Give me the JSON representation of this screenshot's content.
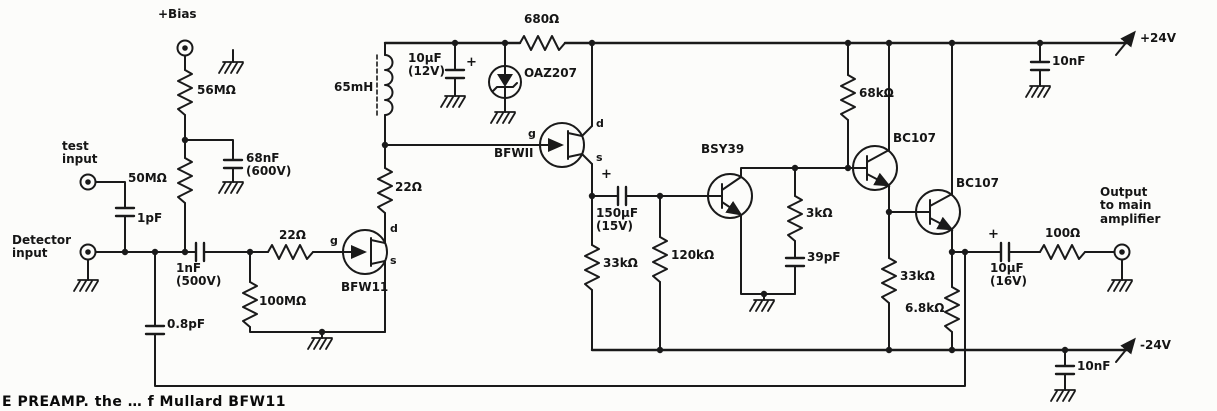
{
  "diagram": {
    "caption": "E PREAMP. the … f Mullard BFW11",
    "rails": {
      "positive": "+24V",
      "negative": "-24V"
    },
    "terminals": {
      "bias": "+Bias",
      "test_input": "test\ninput",
      "detector_input": "Detector\ninput",
      "output": "Output\nto main\namplifier"
    },
    "pins": {
      "fet1_g": "g",
      "fet1_d": "d",
      "fet1_s": "s",
      "fet2_g": "g",
      "fet2_d": "d",
      "fet2_s": "s"
    },
    "labels": {
      "r56m": "56MΩ",
      "r50m": "50MΩ",
      "c68n": "68nF\n(600V)",
      "c1p": "1pF",
      "c1n": "1nF\n(500V)",
      "r22_gate": "22Ω",
      "r100m": "100MΩ",
      "c08p": "0.8pF",
      "fet1": "BFW11",
      "r22_drain": "22Ω",
      "l65": "65mH",
      "c10u_rail": "10µF\n(12V)",
      "plus_rail_cap": "+",
      "zener": "OAZ207",
      "r680": "680Ω",
      "fet2": "BFWII",
      "c150u": "150µF\n(15V)",
      "plus_150u": "+",
      "r33k_a": "33kΩ",
      "r120k": "120kΩ",
      "q_bsy": "BSY39",
      "r3k": "3kΩ",
      "c39p": "39pF",
      "r68k": "68kΩ",
      "q_bc1": "BC107",
      "q_bc2": "BC107",
      "r33k_b": "33kΩ",
      "r6k8": "6.8kΩ",
      "c10u_out": "10µF\n(16V)",
      "plus_out_cap": "+",
      "r100": "100Ω",
      "c10n_top": "10nF",
      "c10n_bot": "10nF"
    }
  }
}
